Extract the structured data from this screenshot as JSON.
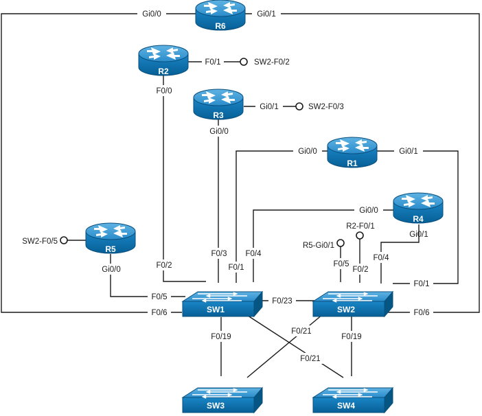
{
  "colors": {
    "device_body": "#0a75b4",
    "device_top": "#3d9bd2",
    "device_edge": "#0a4f7c",
    "link": "#1a1a1a"
  },
  "devices": {
    "R6": "R6",
    "R2": "R2",
    "R3": "R3",
    "R1": "R1",
    "R4": "R4",
    "R5": "R5",
    "SW1": "SW1",
    "SW2": "SW2",
    "SW3": "SW3",
    "SW4": "SW4"
  },
  "ports": {
    "r6_left": "Gi0/0",
    "r6_right": "Gi0/1",
    "r2_right": "F0/1",
    "r2_right_peer": "SW2-F0/2",
    "r2_bottom": "F0/0",
    "r3_right": "Gi0/1",
    "r3_right_peer": "SW2-F0/3",
    "r3_bottom": "Gi0/0",
    "r1_left": "Gi0/0",
    "r1_right": "Gi0/1",
    "r4_left": "Gi0/0",
    "r4_bottom": "Gi0/1",
    "r5_left_peer": "SW2-F0/5",
    "r5_bottom": "Gi0/0",
    "sw1_f02": "F0/2",
    "sw1_f03": "F0/3",
    "sw1_f01": "F0/1",
    "sw1_f04": "F0/4",
    "sw1_f05": "F0/5",
    "sw1_f06": "F0/6",
    "sw1_f023": "F0/23",
    "sw1_f019": "F0/19",
    "sw1_f021": "F0/21",
    "sw2_r5peer": "R5-Gi0/1",
    "sw2_r2peer": "R2-F0/1",
    "sw2_f05": "F0/5",
    "sw2_f02": "F0/2",
    "sw2_f04": "F0/4",
    "sw2_f01": "F0/1",
    "sw2_f06": "F0/6",
    "sw2_f021": "F0/21",
    "sw2_f019": "F0/19"
  }
}
